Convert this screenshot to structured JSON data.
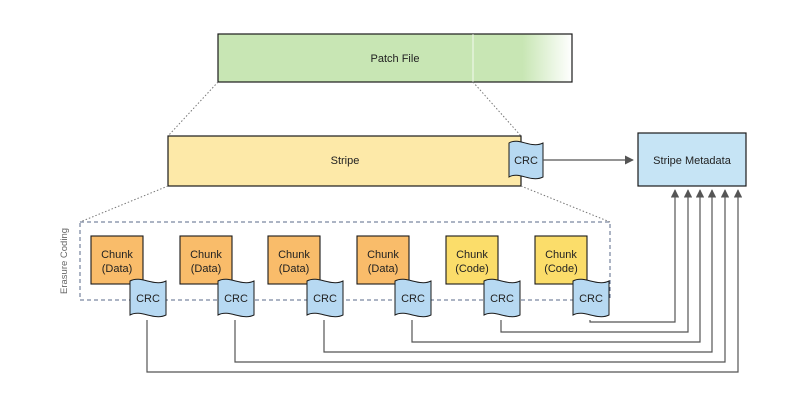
{
  "patch_file": {
    "label": "Patch File"
  },
  "stripe": {
    "label": "Stripe",
    "crc_label": "CRC"
  },
  "stripe_metadata": {
    "label": "Stripe Metadata"
  },
  "erasure_coding": {
    "label": "Erasure Coding"
  },
  "chunks": [
    {
      "line1": "Chunk",
      "line2": "(Data)",
      "kind": "data",
      "crc": "CRC"
    },
    {
      "line1": "Chunk",
      "line2": "(Data)",
      "kind": "data",
      "crc": "CRC"
    },
    {
      "line1": "Chunk",
      "line2": "(Data)",
      "kind": "data",
      "crc": "CRC"
    },
    {
      "line1": "Chunk",
      "line2": "(Data)",
      "kind": "data",
      "crc": "CRC"
    },
    {
      "line1": "Chunk",
      "line2": "(Code)",
      "kind": "code",
      "crc": "CRC"
    },
    {
      "line1": "Chunk",
      "line2": "(Code)",
      "kind": "code",
      "crc": "CRC"
    }
  ],
  "colors": {
    "patch_fill": "#c8e6b4",
    "stripe_fill": "#fde9a8",
    "metadata_fill": "#c6e4f5",
    "data_chunk_fill": "#f9bc6a",
    "code_chunk_fill": "#fbdd6a",
    "crc_fill": "#b7d9f2",
    "stroke": "#1a1a1a",
    "dashed_box": "#5a6a8a",
    "connector": "#555555"
  }
}
